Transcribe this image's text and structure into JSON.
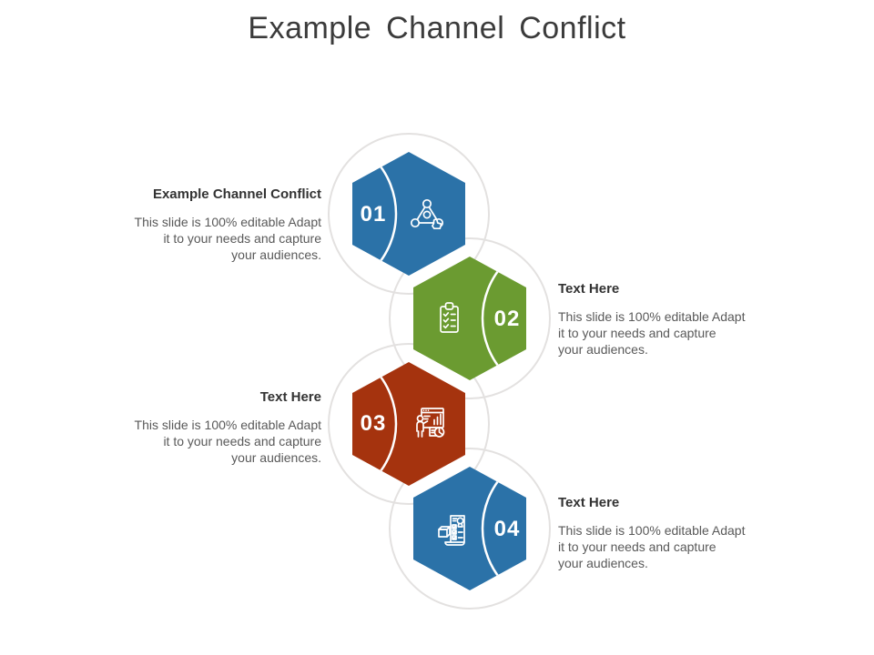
{
  "slide": {
    "title": "Example Channel Conflict",
    "background_color": "#FFFFFF",
    "title_color": "#3B3B3B"
  },
  "decor": {
    "ring_gray": "#E3E1E0",
    "arc_white": "#FFFFFF"
  },
  "steps": [
    {
      "number": "01",
      "color": "#2B72A8",
      "icon": "network-share-icon",
      "text_side": "left",
      "heading": "Example Channel Conflict",
      "body_lines": [
        "This slide is 100% editable Adapt",
        "it to your needs and capture",
        "your audiences."
      ]
    },
    {
      "number": "02",
      "color": "#6B9B31",
      "icon": "checklist-clipboard-icon",
      "text_side": "right",
      "heading": "Text Here",
      "body_lines": [
        "This slide is 100% editable Adapt",
        "it to your needs and capture",
        "your audiences."
      ]
    },
    {
      "number": "03",
      "color": "#A5330E",
      "icon": "presentation-chart-icon",
      "text_side": "left",
      "heading": "Text Here",
      "body_lines": [
        "This slide is 100% editable Adapt",
        "it to your needs and capture",
        "your audiences."
      ]
    },
    {
      "number": "04",
      "color": "#2B72A8",
      "icon": "package-checklist-icon",
      "text_side": "right",
      "heading": "Text Here",
      "body_lines": [
        "This slide is 100% editable Adapt",
        "it to your needs and capture",
        "your audiences."
      ]
    }
  ]
}
